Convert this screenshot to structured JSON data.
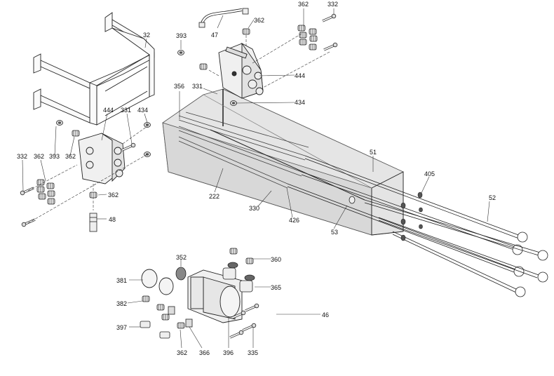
{
  "diagram": {
    "type": "exploded parts diagram",
    "subject": "hydraulic control valve, lever box and gear pump assembly",
    "callouts": [
      {
        "id": "c32",
        "label": "32"
      },
      {
        "id": "c393a",
        "label": "393"
      },
      {
        "id": "c47",
        "label": "47"
      },
      {
        "id": "c362a",
        "label": "362"
      },
      {
        "id": "c362b",
        "label": "362"
      },
      {
        "id": "c332a",
        "label": "332"
      },
      {
        "id": "c444a",
        "label": "444"
      },
      {
        "id": "c434a",
        "label": "434"
      },
      {
        "id": "c356",
        "label": "356"
      },
      {
        "id": "c331a",
        "label": "331"
      },
      {
        "id": "c444b",
        "label": "444"
      },
      {
        "id": "c331b",
        "label": "331"
      },
      {
        "id": "c434b",
        "label": "434"
      },
      {
        "id": "c332b",
        "label": "332"
      },
      {
        "id": "c362c",
        "label": "362"
      },
      {
        "id": "c393b",
        "label": "393"
      },
      {
        "id": "c362d",
        "label": "362"
      },
      {
        "id": "c362e",
        "label": "362"
      },
      {
        "id": "c48",
        "label": "48"
      },
      {
        "id": "c51",
        "label": "51"
      },
      {
        "id": "c405",
        "label": "405"
      },
      {
        "id": "c52",
        "label": "52"
      },
      {
        "id": "c222",
        "label": "222"
      },
      {
        "id": "c330",
        "label": "330"
      },
      {
        "id": "c426",
        "label": "426"
      },
      {
        "id": "c53",
        "label": "53"
      },
      {
        "id": "c352",
        "label": "352"
      },
      {
        "id": "c360",
        "label": "360"
      },
      {
        "id": "c381",
        "label": "381"
      },
      {
        "id": "c365",
        "label": "365"
      },
      {
        "id": "c382",
        "label": "382"
      },
      {
        "id": "c46",
        "label": "46"
      },
      {
        "id": "c397",
        "label": "397"
      },
      {
        "id": "c362f",
        "label": "362"
      },
      {
        "id": "c366",
        "label": "366"
      },
      {
        "id": "c396",
        "label": "396"
      },
      {
        "id": "c335",
        "label": "335"
      }
    ],
    "colors": {
      "line": "#222222",
      "housing_fill": "#d9d9d9",
      "part_fill": "#f2f2f2",
      "shade": "#9a9a9a"
    }
  }
}
